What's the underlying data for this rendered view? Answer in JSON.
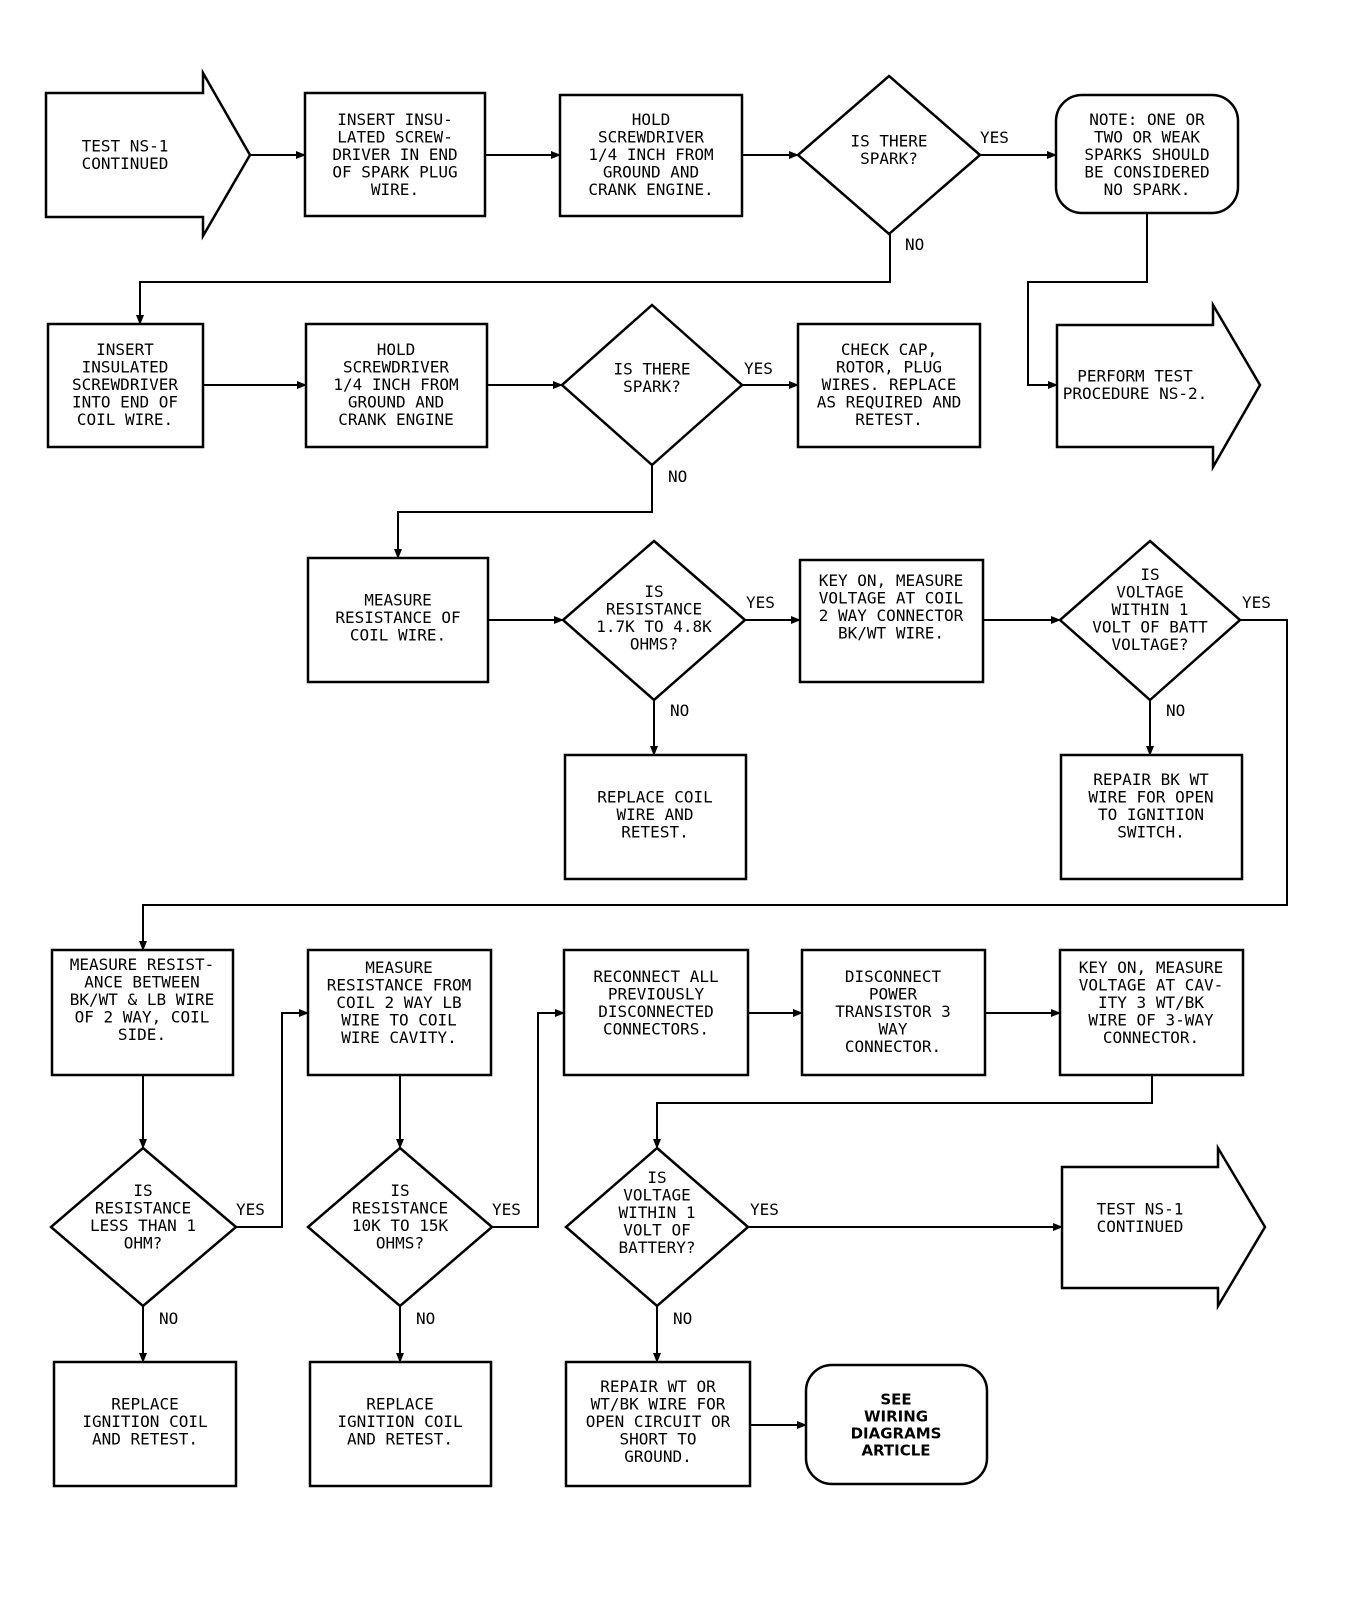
{
  "nodes": {
    "start": [
      "TEST NS-1",
      "CONTINUED"
    ],
    "insert_plug": [
      "INSERT INSU-",
      "LATED SCREW-",
      "DRIVER IN END",
      "OF SPARK PLUG",
      "WIRE."
    ],
    "hold_plug": [
      "HOLD",
      "SCREWDRIVER",
      "1/4 INCH FROM",
      "GROUND AND",
      "CRANK ENGINE."
    ],
    "spark1": [
      "IS THERE",
      "SPARK?"
    ],
    "note": [
      "NOTE: ONE OR",
      "TWO OR WEAK",
      "SPARKS SHOULD",
      "BE CONSIDERED",
      "NO SPARK."
    ],
    "insert_coil": [
      "INSERT",
      "INSULATED",
      "SCREWDRIVER",
      "INTO END OF",
      "COIL WIRE."
    ],
    "hold_coil": [
      "HOLD",
      "SCREWDRIVER",
      "1/4 INCH FROM",
      "GROUND AND",
      "CRANK ENGINE"
    ],
    "spark2": [
      "IS THERE",
      "SPARK?"
    ],
    "check_cap": [
      "CHECK CAP,",
      "ROTOR, PLUG",
      "WIRES. REPLACE",
      "AS REQUIRED AND",
      "RETEST."
    ],
    "perform_ns2": [
      "PERFORM TEST",
      "PROCEDURE NS-2."
    ],
    "measure_coil_wire": [
      "MEASURE",
      "RESISTANCE OF",
      "COIL WIRE."
    ],
    "resistance_q": [
      "IS",
      "RESISTANCE",
      "1.7K TO 4.8K",
      "OHMS?"
    ],
    "key_on1": [
      "KEY ON, MEASURE",
      "VOLTAGE AT COIL",
      "2 WAY CONNECTOR",
      "BK/WT WIRE."
    ],
    "voltage_q1": [
      "IS",
      "VOLTAGE",
      "WITHIN 1",
      "VOLT OF BATT",
      "VOLTAGE?"
    ],
    "replace_coil_wire": [
      "REPLACE COIL",
      "WIRE AND",
      "RETEST."
    ],
    "repair_bk_wt": [
      "REPAIR BK WT",
      "WIRE FOR OPEN",
      "TO IGNITION",
      "SWITCH."
    ],
    "measure_bk_lb": [
      "MEASURE RESIST-",
      "ANCE BETWEEN",
      "BK/WT & LB WIRE",
      "OF 2 WAY, COIL",
      "SIDE."
    ],
    "measure_lb_cavity": [
      "MEASURE",
      "RESISTANCE FROM",
      "COIL 2 WAY LB",
      "WIRE TO COIL",
      "WIRE CAVITY."
    ],
    "reconnect": [
      "RECONNECT ALL",
      "PREVIOUSLY",
      "DISCONNECTED",
      "CONNECTORS."
    ],
    "disconnect_pt": [
      "DISCONNECT",
      "POWER",
      "TRANSISTOR 3",
      "WAY",
      "CONNECTOR."
    ],
    "key_on2": [
      "KEY ON, MEASURE",
      "VOLTAGE AT CAV-",
      "ITY 3 WT/BK",
      "WIRE OF 3-WAY",
      "CONNECTOR."
    ],
    "res_less1": [
      "IS",
      "RESISTANCE",
      "LESS THAN 1",
      "OHM?"
    ],
    "res_10k": [
      "IS",
      "RESISTANCE",
      "10K TO 15K",
      "OHMS?"
    ],
    "voltage_q2": [
      "IS",
      "VOLTAGE",
      "WITHIN 1",
      "VOLT OF",
      "BATTERY?"
    ],
    "end_continued": [
      "TEST NS-1",
      "CONTINUED"
    ],
    "replace_ign1": [
      "REPLACE",
      "IGNITION COIL",
      "AND RETEST."
    ],
    "replace_ign2": [
      "REPLACE",
      "IGNITION COIL",
      "AND RETEST."
    ],
    "repair_wt": [
      "REPAIR WT OR",
      "WT/BK WIRE FOR",
      "OPEN CIRCUIT OR",
      "SHORT TO",
      "GROUND."
    ],
    "see_wiring": [
      "SEE",
      "WIRING",
      "DIAGRAMS",
      "ARTICLE"
    ]
  },
  "edge_labels": {
    "spark1_yes": "YES",
    "spark1_no": "NO",
    "spark2_yes": "YES",
    "spark2_no": "NO",
    "resistance_yes": "YES",
    "resistance_no": "NO",
    "voltage1_yes": "YES",
    "voltage1_no": "NO",
    "less1_yes": "YES",
    "less1_no": "NO",
    "res10k_yes": "YES",
    "res10k_no": "NO",
    "voltage2_yes": "YES",
    "voltage2_no": "NO"
  }
}
